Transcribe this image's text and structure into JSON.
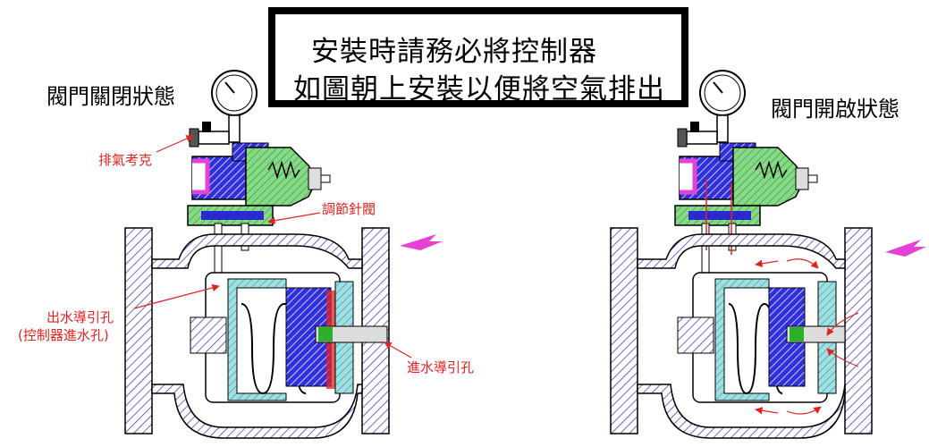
{
  "notice": {
    "line1": "安裝時請務必將控制器",
    "line2": "如圖朝上安裝以便將空氣排出"
  },
  "left_view": {
    "title": "閥門關閉狀態",
    "labels": {
      "vent_cock": "排氣考克",
      "adjust_needle_valve": "調節針閥",
      "outlet_pilot_hole_1": "出水導引孔",
      "outlet_pilot_hole_2": "(控制器進水孔)",
      "inlet_pilot_hole": "進水導引孔"
    }
  },
  "right_view": {
    "title": "閥門開啟狀態"
  },
  "colors": {
    "label_red": "#e0231f",
    "flow_magenta": "#e542d5",
    "blue": "#2a2ad0",
    "green": "#7ad07a",
    "cyan": "#8fd8d8",
    "hatch": "#2a2ad0"
  }
}
